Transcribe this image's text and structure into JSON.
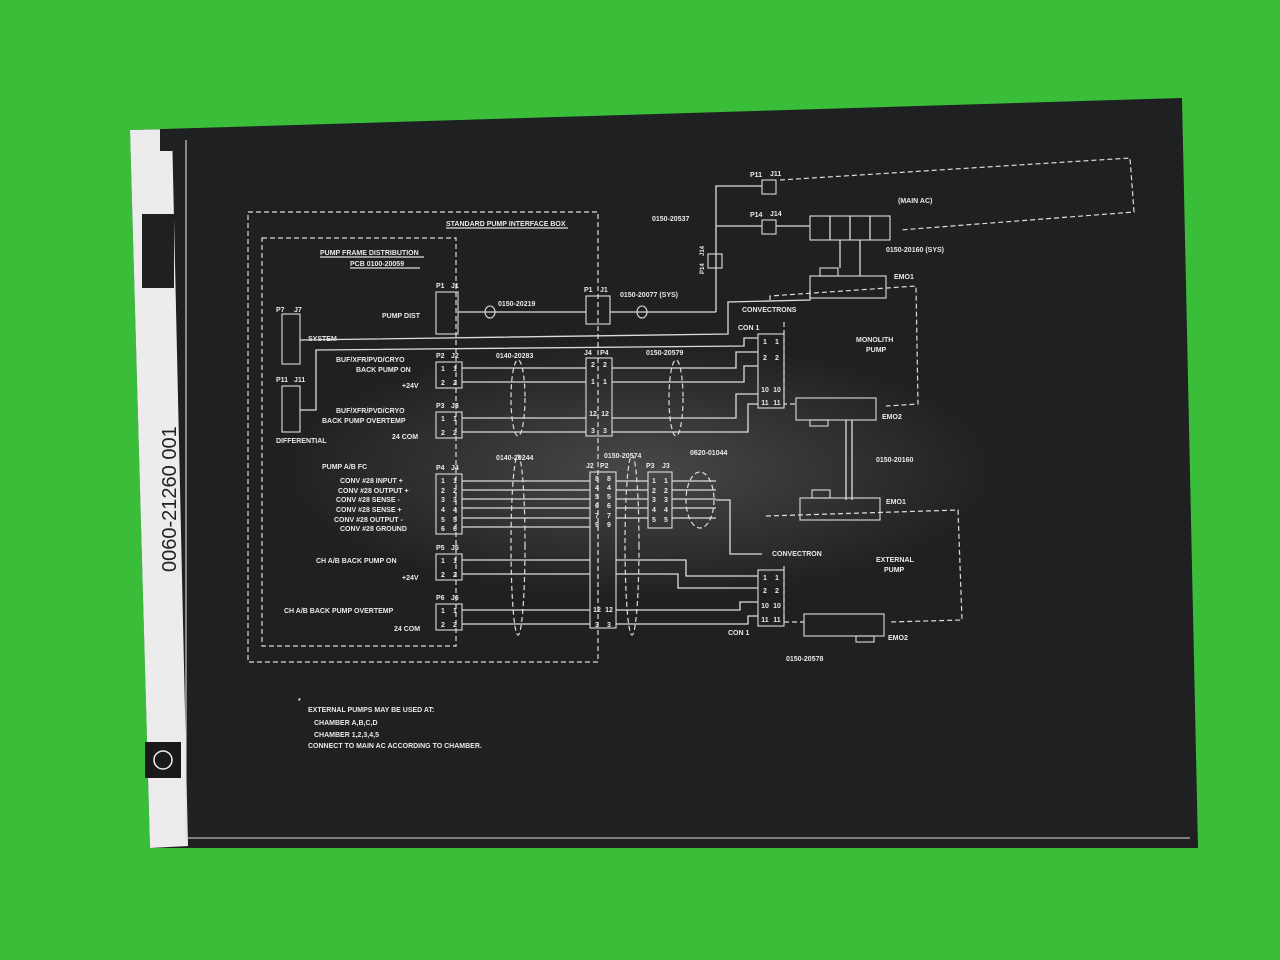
{
  "colors": {
    "background": "#3cc83c",
    "sheet": "#1e1f21",
    "strip": "#eeeeee",
    "ink": "#dcdcdc"
  },
  "title_strip": {
    "part_number": "0060-21260 001"
  },
  "interface_box": {
    "title": "STANDARD PUMP INTERFACE BOX"
  },
  "pump_frame": {
    "title": "PUMP FRAME DISTRIBUTION",
    "pcb": "PCB 0100-20059"
  },
  "connectors": {
    "p7": "P7",
    "j7": "J7",
    "p11": "P11",
    "j11": "J11",
    "p1": "P1",
    "j1": "J1",
    "p2": "P2",
    "j2": "J2",
    "p3": "P3",
    "j3": "J3",
    "p4": "P4",
    "j4": "J4",
    "p5": "P5",
    "j5": "J5",
    "p6": "P6",
    "j6": "J6",
    "p14": "P14",
    "j14": "J14"
  },
  "signals": {
    "system": "SYSTEM",
    "differential": "DIFFERENTIAL",
    "pump_dist": "PUMP DIST",
    "buf_on_1": "BUF/XFR/PVD/CRYO",
    "buf_on_2": "BACK PUMP ON",
    "plus24v": "+24V",
    "buf_ot_1": "BUF/XFR/PVD/CRYO",
    "buf_ot_2": "BACK PUMP OVERTEMP",
    "com24": "24 COM",
    "pump_ab_fc": "PUMP A/B FC",
    "conv_lines": [
      "CONV #28 INPUT +",
      "CONV #28 OUTPUT +",
      "CONV #28 SENSE -",
      "CONV #28 SENSE +",
      "CONV #28 OUTPUT -",
      "CONV #28 GROUND"
    ],
    "ch_on": "CH A/B BACK PUMP ON",
    "ch_ot": "CH A/B BACK PUMP OVERTEMP"
  },
  "cables": {
    "c20219": "0150-20219",
    "c20077": "0150-20077 (SYS)",
    "c20283": "0140-20283",
    "c20579": "0150-20579",
    "c20244": "0140-20244",
    "c20574": "0150-20574",
    "c01044": "0620-01044",
    "c20537": "0150-20537",
    "c20160sys": "0150-20160 (SYS)",
    "c20160": "0150-20160",
    "c20578": "0150-20578"
  },
  "right_side": {
    "main_ac": "(MAIN AC)",
    "convectrons": "CONVECTRONS",
    "convectron": "CONVECTRON",
    "con1": "CON 1",
    "monolith_1": "MONOLITH",
    "monolith_2": "PUMP",
    "external_1": "EXTERNAL",
    "external_2": "PUMP",
    "emo1": "EMO1",
    "emo2": "EMO2",
    "p11": "P11",
    "j11": "J11",
    "p14": "P14",
    "j14": "J14"
  },
  "notes": {
    "line1": "EXTERNAL PUMPS MAY BE USED AT:",
    "line2": "CHAMBER A,B,C,D",
    "line3": "CHAMBER 1,2,3,4,5",
    "line4": "CONNECT TO MAIN AC ACCORDING TO CHAMBER."
  }
}
